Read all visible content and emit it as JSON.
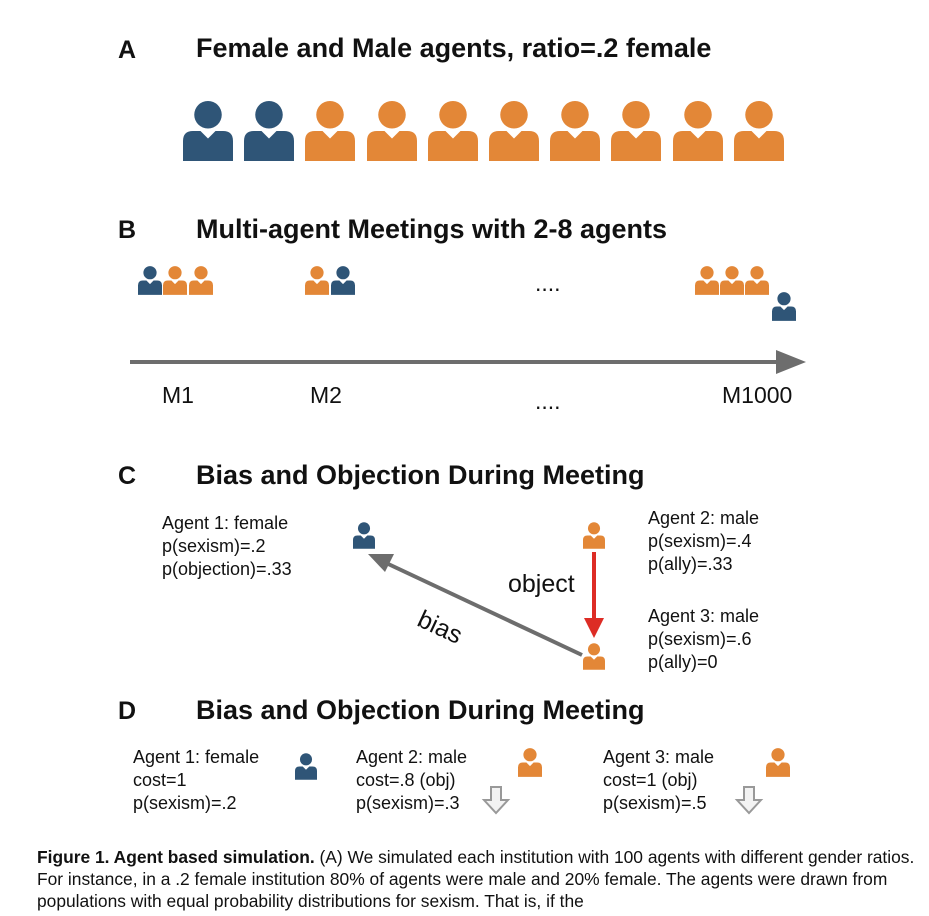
{
  "colors": {
    "female": "#2f5577",
    "male": "#e38737",
    "arrow": "#6d6d6d",
    "object_arrow": "#dd2c25",
    "down_arrow": "#999999"
  },
  "panel_a": {
    "letter": "A",
    "title": "Female and Male agents, ratio=.2 female",
    "agents": [
      "female",
      "female",
      "male",
      "male",
      "male",
      "male",
      "male",
      "male",
      "male",
      "male"
    ]
  },
  "panel_b": {
    "letter": "B",
    "title": "Multi-agent Meetings with 2-8 agents",
    "meetings": [
      {
        "agents": [
          "female",
          "male",
          "male"
        ],
        "label": "M1"
      },
      {
        "agents": [
          "male",
          "female"
        ],
        "label": "M2"
      },
      {
        "agents": [
          "male",
          "male",
          "male",
          "female"
        ],
        "label": "M1000"
      }
    ],
    "ellipsis_top": "....",
    "ellipsis_bottom": "...."
  },
  "panel_c": {
    "letter": "C",
    "title": "Bias and Objection During Meeting",
    "agent1": [
      "Agent 1: female",
      "p(sexism)=.2",
      "p(objection)=.33"
    ],
    "agent2": [
      "Agent 2: male",
      "p(sexism)=.4",
      "p(ally)=.33"
    ],
    "agent3": [
      "Agent 3: male",
      "p(sexism)=.6",
      "p(ally)=0"
    ],
    "object_label": "object",
    "bias_label": "bias"
  },
  "panel_d": {
    "letter": "D",
    "title": "Bias and Objection During Meeting",
    "agent1": [
      "Agent 1: female",
      "cost=1",
      "p(sexism)=.2"
    ],
    "agent2": [
      "Agent 2: male",
      "cost=.8 (obj)",
      "p(sexism)=.3"
    ],
    "agent3": [
      "Agent 3: male",
      "cost=1 (obj)",
      "p(sexism)=.5"
    ]
  },
  "caption": {
    "bold": "Figure 1. Agent based simulation.",
    "text": " (A) We simulated each institution with 100 agents with different gender ratios. For instance, in a .2 female institution 80% of agents were male and 20% female. The agents were drawn from populations with equal probability distributions for sexism. That is, if the"
  }
}
